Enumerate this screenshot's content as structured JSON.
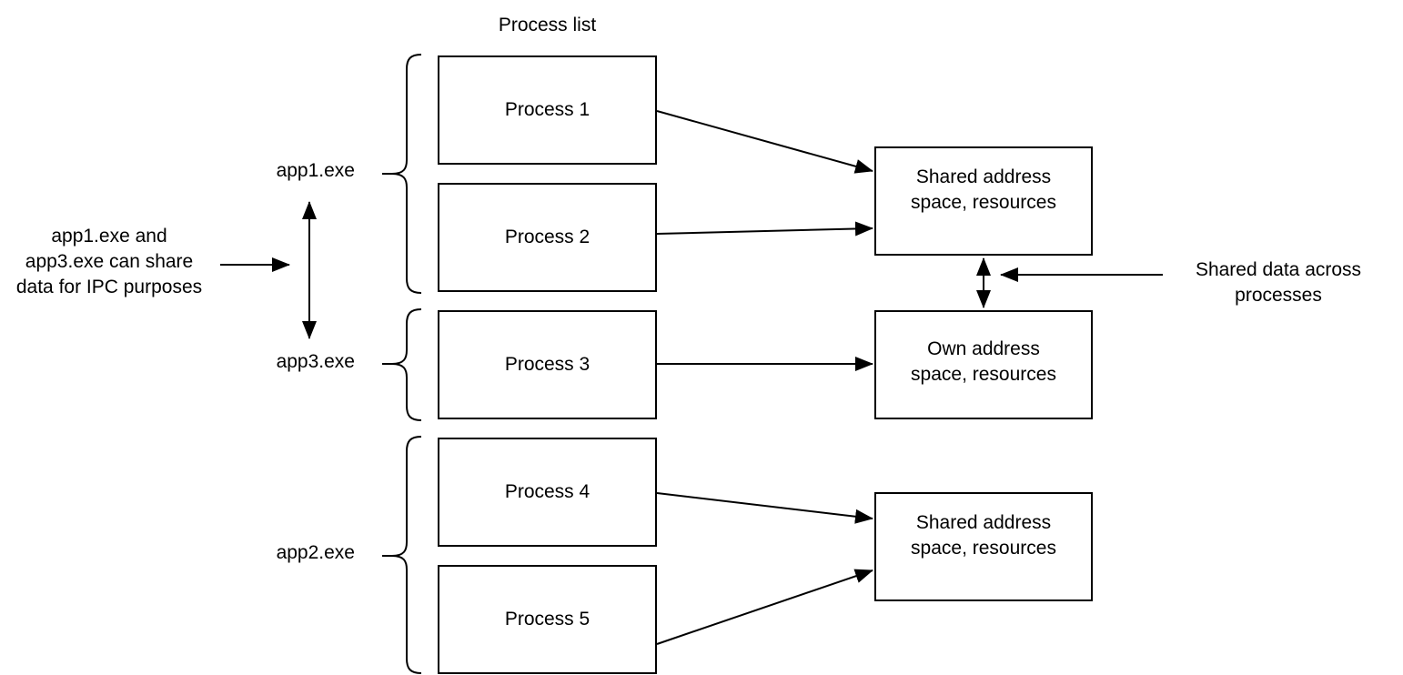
{
  "diagram": {
    "title": "Process list",
    "process_groups": [
      {
        "app": "app1.exe",
        "processes": [
          "Process 1",
          "Process 2"
        ]
      },
      {
        "app": "app3.exe",
        "processes": [
          "Process 3"
        ]
      },
      {
        "app": "app2.exe",
        "processes": [
          "Process 4",
          "Process 5"
        ]
      }
    ],
    "memory_boxes": {
      "shared_top": "Shared address\nspace, resources",
      "own": "Own address\nspace, resources",
      "shared_bottom": "Shared address\nspace, resources"
    },
    "annotations": {
      "ipc_note": "app1.exe and\napp3.exe can share\ndata for IPC purposes",
      "shared_data_note": "Shared data across\nprocesses"
    },
    "colors": {
      "stroke": "#000000",
      "background": "#ffffff",
      "text": "#000000"
    }
  }
}
